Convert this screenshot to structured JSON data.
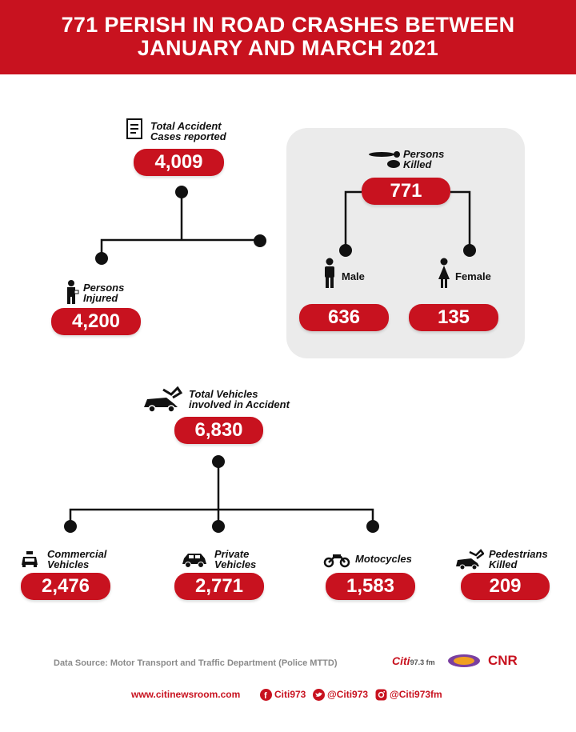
{
  "header": {
    "line1": "771 PERISH IN ROAD CRASHES BETWEEN",
    "line2": "JANUARY AND MARCH 2021"
  },
  "accidents": {
    "label_line1": "Total Accident",
    "label_line2": "Cases reported",
    "value": "4,009"
  },
  "injured": {
    "label_line1": "Persons",
    "label_line2": "Injured",
    "value": "4,200"
  },
  "killed": {
    "label_line1": "Persons",
    "label_line2": "Killed",
    "value": "771",
    "male_label": "Male",
    "male_value": "636",
    "female_label": "Female",
    "female_value": "135"
  },
  "vehicles": {
    "label_line1": "Total Vehicles",
    "label_line2": "involved in Accident",
    "value": "6,830",
    "items": [
      {
        "label_line1": "Commercial",
        "label_line2": "Vehicles",
        "value": "2,476",
        "icon": "taxi-icon"
      },
      {
        "label_line1": "Private",
        "label_line2": "Vehicles",
        "value": "2,771",
        "icon": "car-icon"
      },
      {
        "label_line1": "Motocycles",
        "label_line2": "",
        "value": "1,583",
        "icon": "motorcycle-icon"
      },
      {
        "label_line1": "Pedestrians",
        "label_line2": "Killed",
        "value": "209",
        "icon": "pedestrian-crash-icon"
      }
    ]
  },
  "footer": {
    "source": "Data Source: Motor Transport and Traffic Department (Police MTTD)",
    "website": "www.citinewsroom.com",
    "facebook": "Citi973",
    "twitter": "@Citi973",
    "instagram": "@Citi973fm",
    "logo_citi": "Citi",
    "logo_freq": "97.3 fm",
    "logo_cnr": "CNR"
  },
  "colors": {
    "accent": "#c8121f",
    "panel": "#ebebeb"
  }
}
